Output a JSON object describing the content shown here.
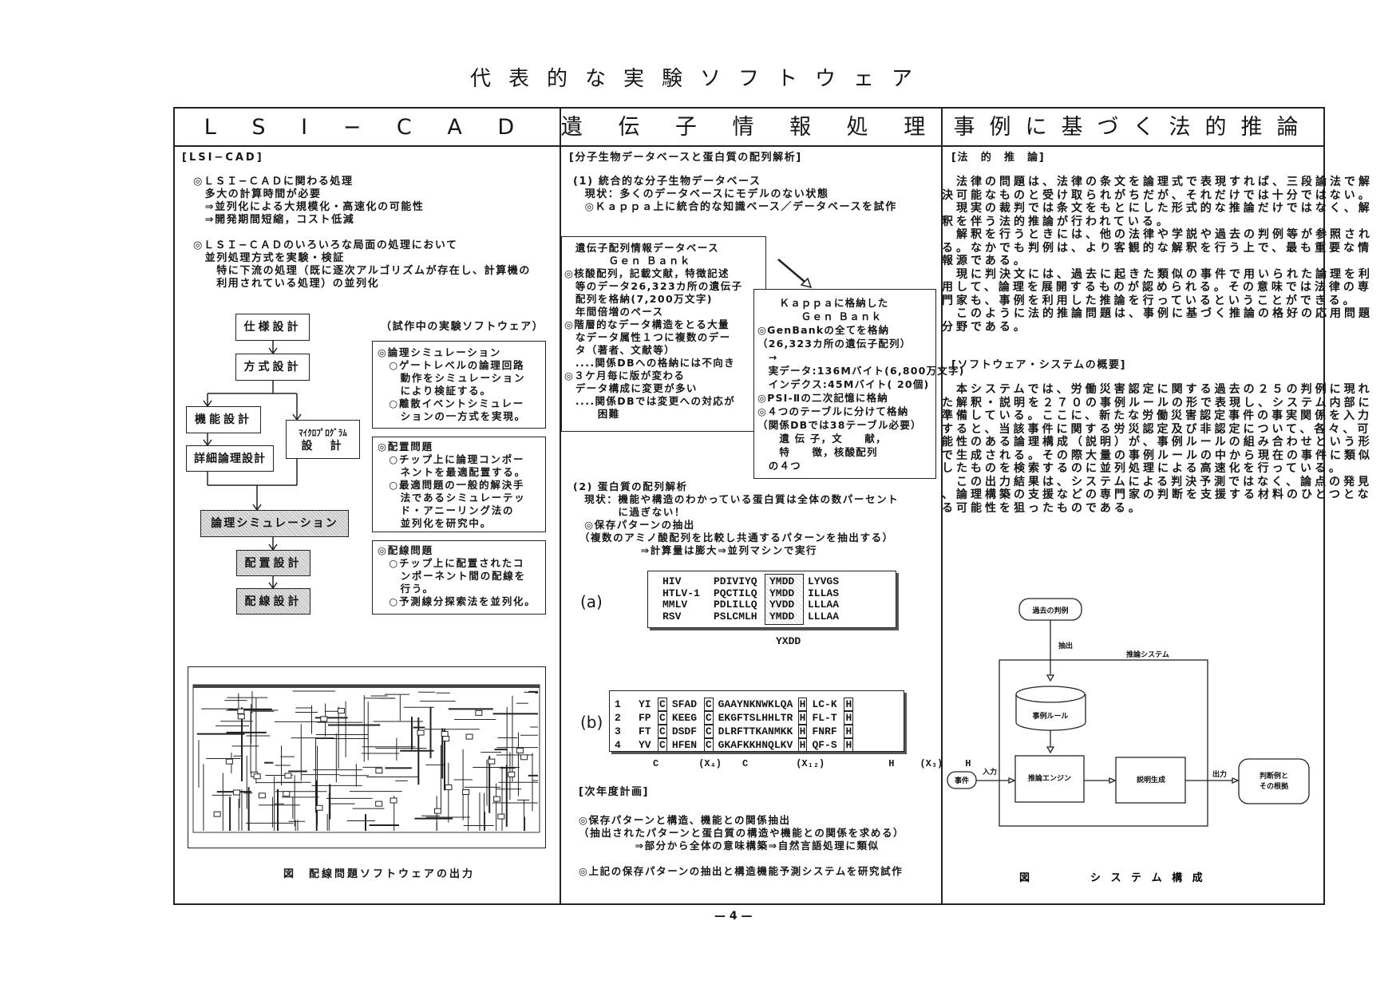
{
  "page_title": "代表的な実験ソフトウェア",
  "page_number": "— 4 —",
  "columns": {
    "lsi": {
      "title": "L S I − C A D",
      "section_heading": "[LSI−CAD]",
      "intro_lines": [
        "◎ＬＳＩ−ＣＡＤに関わる処理",
        "　多大の計算時間が必要",
        "　⇒並列化による大規模化・高速化の可能性",
        "　⇒開発期間短縮，コスト低減",
        "",
        "◎ＬＳＩ−ＣＡＤのいろいろな局面の処理において",
        "　並列処理方式を実験・検証",
        "　　特に下流の処理（既に逐次アルゴリズムが存在し、計算機の",
        "　　利用されている処理）の並列化"
      ],
      "flow": {
        "spec": "仕様設計",
        "arch": "方式設計",
        "func": "機能設計",
        "micro_1": "ﾏｲｸﾛﾌﾟﾛｸﾞﾗﾑ",
        "micro_2": "設　計",
        "detail": "詳細論理設計",
        "logic_sim": "論理シミュレーション",
        "placement": "配置設計",
        "routing": "配線設計"
      },
      "experimental_label": "（試作中の実験ソフトウェア）",
      "boxes": [
        [
          "◎論理シミュレーション",
          "　○ゲートレベルの論理回路",
          "　　動作をシミュレーション",
          "　　により検証する。",
          "　○離散イベントシミュレー",
          "　　ションの一方式を実現。"
        ],
        [
          "◎配置問題",
          "　○チップ上に論理コンポー",
          "　　ネントを最適配置する。",
          "　○最適問題の一般的解決手",
          "　　法であるシミュレーテッ",
          "　　ド・アニーリング法の",
          "　　並列化を研究中。"
        ],
        [
          "◎配線問題",
          "　○チップ上に配置されたコ",
          "　　ンポーネント間の配線を",
          "　　行う。",
          "　○予測線分探索法を並列化。"
        ]
      ],
      "figure_caption": "図　配線問題ソフトウェアの出力"
    },
    "gene": {
      "title": "遺 伝 子 情 報 処 理",
      "section_heading": "[分子生物データベースと蛋白質の配列解析]",
      "part1_lines": [
        "(1) 統合的な分子生物データベース",
        "　現状：多くのデータベースにモデルのない状態",
        "　◎Ｋａｐｐａ上に統合的な知識ベース／データベースを試作"
      ],
      "genbank_box": [
        "　遺伝子配列情報データベース",
        "　　　　Ｇｅｎ Ｂａｎｋ",
        "◎核酸配列，記載文献，特徴記述",
        "　等のデータ26,323カ所の遺伝子",
        "　配列を格納(7,200万文字)",
        "　年間倍増のペース",
        "◎階層的なデータ構造をとる大量",
        "　なデータ属性１つに複数のデー",
        "　タ（著者、文献等）",
        "　....関係DBへの格納には不向き",
        "◎３ケ月毎に版が変わる",
        "　データ構成に変更が多い",
        "　....関係DBでは変更への対応が",
        "　　　困難"
      ],
      "kappa_box": [
        "　　Ｋａｐｐａに格納した",
        "　　　　Ｇｅｎ Ｂａｎｋ",
        "◎GenBankの全てを格納",
        "（26,323カ所の遺伝子配列）",
        "　→",
        "　実データ:136Mバイト(6,800万文字)",
        "　インデクス:45Mバイト( 20個)",
        "◎PSI-Ⅱの二次記憶に格納",
        "◎４つのテーブルに分けて格納",
        "（関係DBでは38テーブル必要）",
        "　　遺 伝 子，文　　献，",
        "　　特　　徴，核酸配列",
        "　の４つ"
      ],
      "part2_lines": [
        "(2) 蛋白質の配列解析",
        "　現状：機能や構造のわかっている蛋白質は全体の数パーセント",
        "　　　　に過ぎない！",
        "　◎保存パターンの抽出",
        "　（複数のアミノ酸配列を比較し共通するパターンを抽出する）",
        "　　　　　　⇒計算量は膨大⇒並列マシンで実行"
      ],
      "seq_a": {
        "label": "(a)",
        "rows": [
          {
            "name": "HIV",
            "pre": "PDIVIYQ",
            "motif": "YMDD",
            "post": "LYVGS"
          },
          {
            "name": "HTLV-1",
            "pre": "PQCTILQ",
            "motif": "YMDD",
            "post": "ILLAS"
          },
          {
            "name": "MMLV",
            "pre": "PDLILLQ",
            "motif": "YVDD",
            "post": "LLLAA"
          },
          {
            "name": "RSV",
            "pre": "PSLCMLH",
            "motif": "YMDD",
            "post": "LLLAA"
          }
        ],
        "consensus": "YXDD"
      },
      "seq_b": {
        "label": "(b)",
        "rows": [
          {
            "n": "1",
            "a": "YI",
            "c1": "C",
            "b": "SFAD",
            "c2": "C",
            "d": "GAAYNKNWKLQA",
            "h1": "H",
            "e": "LC-K",
            "h2": "H"
          },
          {
            "n": "2",
            "a": "FP",
            "c1": "C",
            "b": "KEEG",
            "c2": "C",
            "d": "EKGFTSLHHLTR",
            "h1": "H",
            "e": "FL-T",
            "h2": "H"
          },
          {
            "n": "3",
            "a": "FT",
            "c1": "C",
            "b": "DSDF",
            "c2": "C",
            "d": "DLRFTTKANMKK",
            "h1": "H",
            "e": "FNRF",
            "h2": "H"
          },
          {
            "n": "4",
            "a": "YV",
            "c1": "C",
            "b": "HFEN",
            "c2": "C",
            "d": "GKAFKKHNQLKV",
            "h1": "H",
            "e": "QF-S",
            "h2": "H"
          }
        ],
        "footer": {
          "c1": "C",
          "x4": "(X₄)",
          "c2": "C",
          "x12": "(X₁₂)",
          "h1": "H",
          "x3": "(X₃)",
          "h2": "H"
        }
      },
      "next_year_heading": "[次年度計画]",
      "next_year_lines": [
        "◎保存パターンと構造、機能との関係抽出",
        "（抽出されたパターンと蛋白質の構造や機能との関係を求める）",
        "　　　　　⇒部分から全体の意味構築⇒自然言語処理に類似",
        "",
        "◎上記の保存パターンの抽出と構造機能予測システムを研究試作"
      ]
    },
    "legal": {
      "title": "事例に基づく法的推論",
      "section_heading": "[法　的　推　論]",
      "para_lines": [
        "　法律の問題は、法律の条文を論理式で表現すれば、三段論法で解",
        "決可能なものと受け取られがちだが、それだけでは十分ではない。",
        "　現実の裁判では条文をもとにした形式的な推論だけではなく、解",
        "釈を伴う法的推論が行われている。",
        "　解釈を行うときには、他の法律や学説や過去の判例等が参照され",
        "る。なかでも判例は、より客観的な解釈を行う上で、最も重要な情",
        "報源である。",
        "　現に判決文には、過去に起きた類似の事件で用いられた論理を利",
        "用して、論理を展開するものが認められる。その意味では法律の専",
        "門家も、事例を利用した推論を行っているということができる。",
        "　このように法的推論問題は、事例に基づく推論の格好の応用問題",
        "分野である。"
      ],
      "system_heading": "[ソフトウェア・システムの概要]",
      "system_lines": [
        "　本システムでは、労働災害認定に関する過去の２５の判例に現れ",
        "た解釈・説明を２７０の事例ルールの形で表現し、システム内部に",
        "準備している。ここに、新たな労働災害認定事件の事実関係を入力",
        "すると、当該事件に関する労災認定及び非認定について、各々、可",
        "能性のある論理構成（説明）が、事例ルールの組み合わせという形",
        "で生成される。その際大量の事例ルールの中から現在の事件に類似",
        "したものを検索するのに並列処理による高速化を行っている。",
        "　この出力結果は、システムによる判決予測ではなく、論点の発見",
        "、論理構築の支援などの専門家の判断を支援する材料のひとつとな",
        "る可能性を狙ったものである。"
      ],
      "diagram": {
        "past_cases": "過去の判例",
        "extract": "抽出",
        "system": "推論システム",
        "case_rules": "事例ルール",
        "case": "事件",
        "input": "入力",
        "engine": "推論エンジン",
        "explanation": "説明生成",
        "output": "出力",
        "result_1": "判断例と",
        "result_2": "その根拠"
      },
      "figure_label": "図",
      "figure_caption": "シ ス テ ム 構 成"
    }
  }
}
